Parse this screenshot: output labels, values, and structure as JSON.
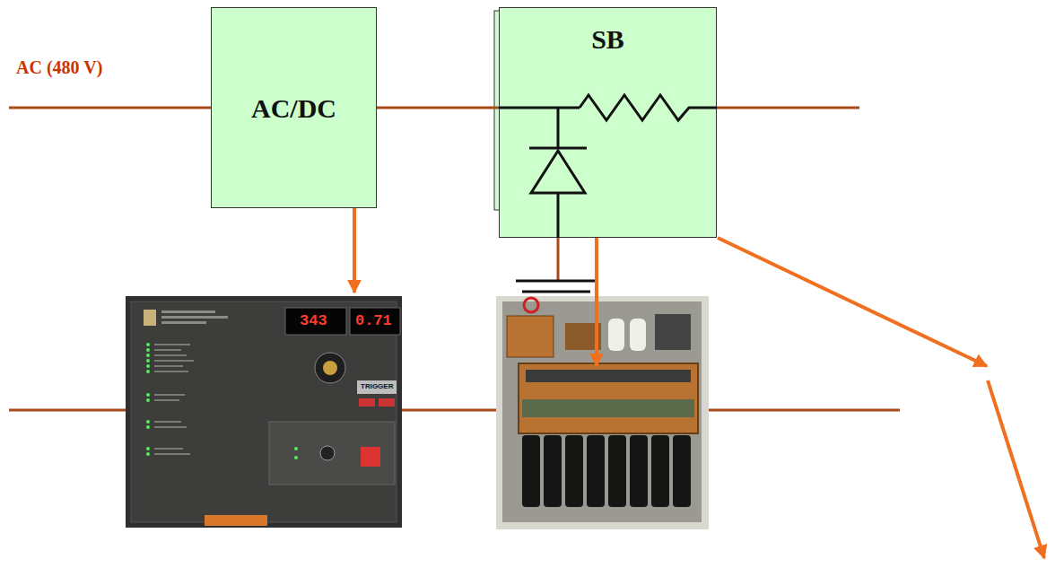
{
  "diagram": {
    "nodes": [
      {
        "text": [
          "AC/DC"
        ]
      },
      {
        "text": [
          "SB"
        ]
      }
    ],
    "edges": [
      {
        "from": 0,
        "to": 1,
        "arrow": "none"
      }
    ],
    "labels": [
      "AC (480 V)",
      "343",
      "0.71",
      "TRIGGER"
    ]
  }
}
